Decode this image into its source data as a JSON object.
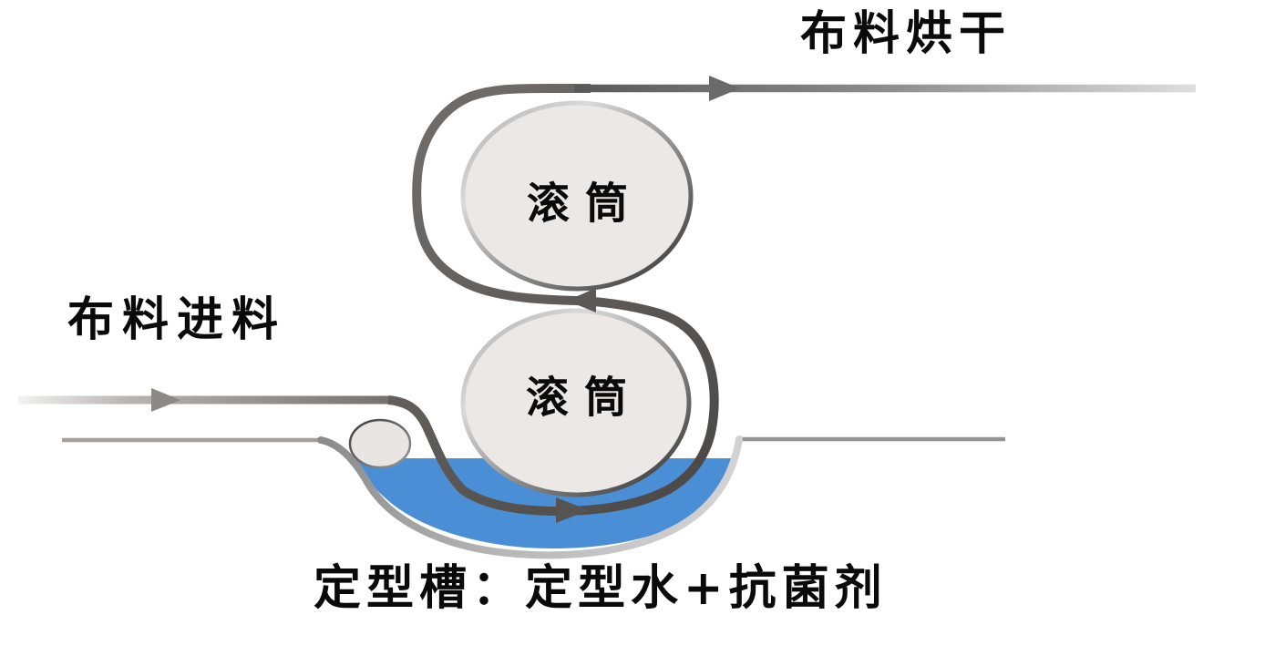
{
  "diagram": {
    "title_hint": "fabric-setting-machine-process",
    "labels": {
      "feed": "布料进料",
      "dry": "布料烘干",
      "tank": "定型槽：定型水+抗菌剂",
      "roller_top": "滚筒",
      "roller_bottom": "滚筒"
    },
    "colors": {
      "background": "#ffffff",
      "water": "#4a8fd6",
      "roller_fill": "#ece8e6",
      "guide_roller_fill": "#e9e5e2",
      "band": "#5e5a57",
      "band_entry": "#8d8986",
      "band_exit": "#6a6a6a",
      "floor_line": "#9c9997",
      "ink": "#0a0a0a"
    },
    "flow_arrows": [
      {
        "name": "entry",
        "direction": "right"
      },
      {
        "name": "tank-bottom",
        "direction": "right"
      },
      {
        "name": "roller-nip",
        "direction": "left"
      },
      {
        "name": "exit",
        "direction": "right"
      }
    ]
  }
}
